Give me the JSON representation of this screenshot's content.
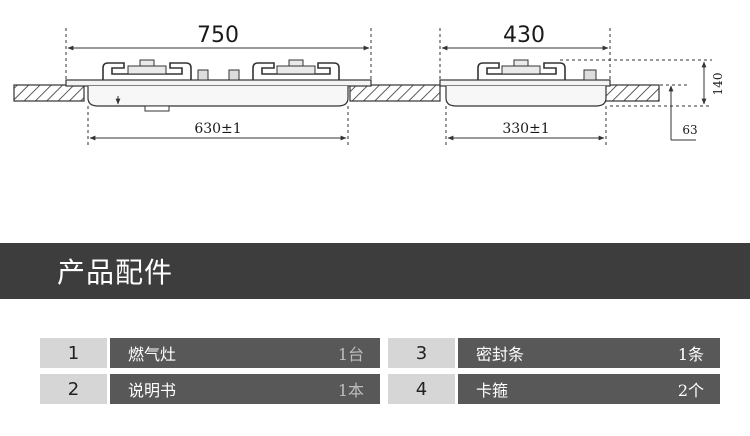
{
  "diagram": {
    "left_width": "750",
    "left_cutout": "630±1",
    "right_width": "430",
    "right_cutout": "330±1",
    "height": "140",
    "depth": "63"
  },
  "section": {
    "title": "产品配件"
  },
  "accessories": [
    {
      "num": "1",
      "name": "燃气灶",
      "qty": "1台"
    },
    {
      "num": "2",
      "name": "说明书",
      "qty": "1本"
    },
    {
      "num": "3",
      "name": "密封条",
      "qty": "1条"
    },
    {
      "num": "4",
      "name": "卡箍",
      "qty": "2个"
    }
  ]
}
